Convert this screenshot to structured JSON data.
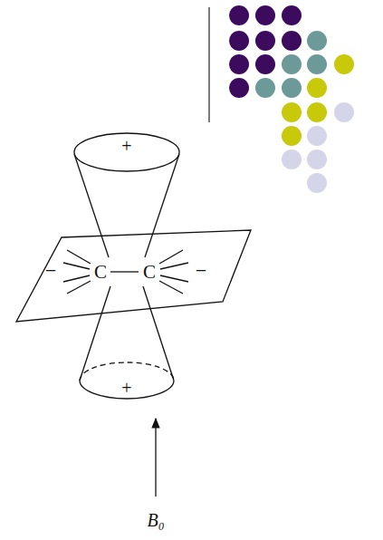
{
  "diagram": {
    "labels": [
      "+",
      "−",
      "C",
      "C",
      "−",
      "+",
      "B₀"
    ]
  }
}
